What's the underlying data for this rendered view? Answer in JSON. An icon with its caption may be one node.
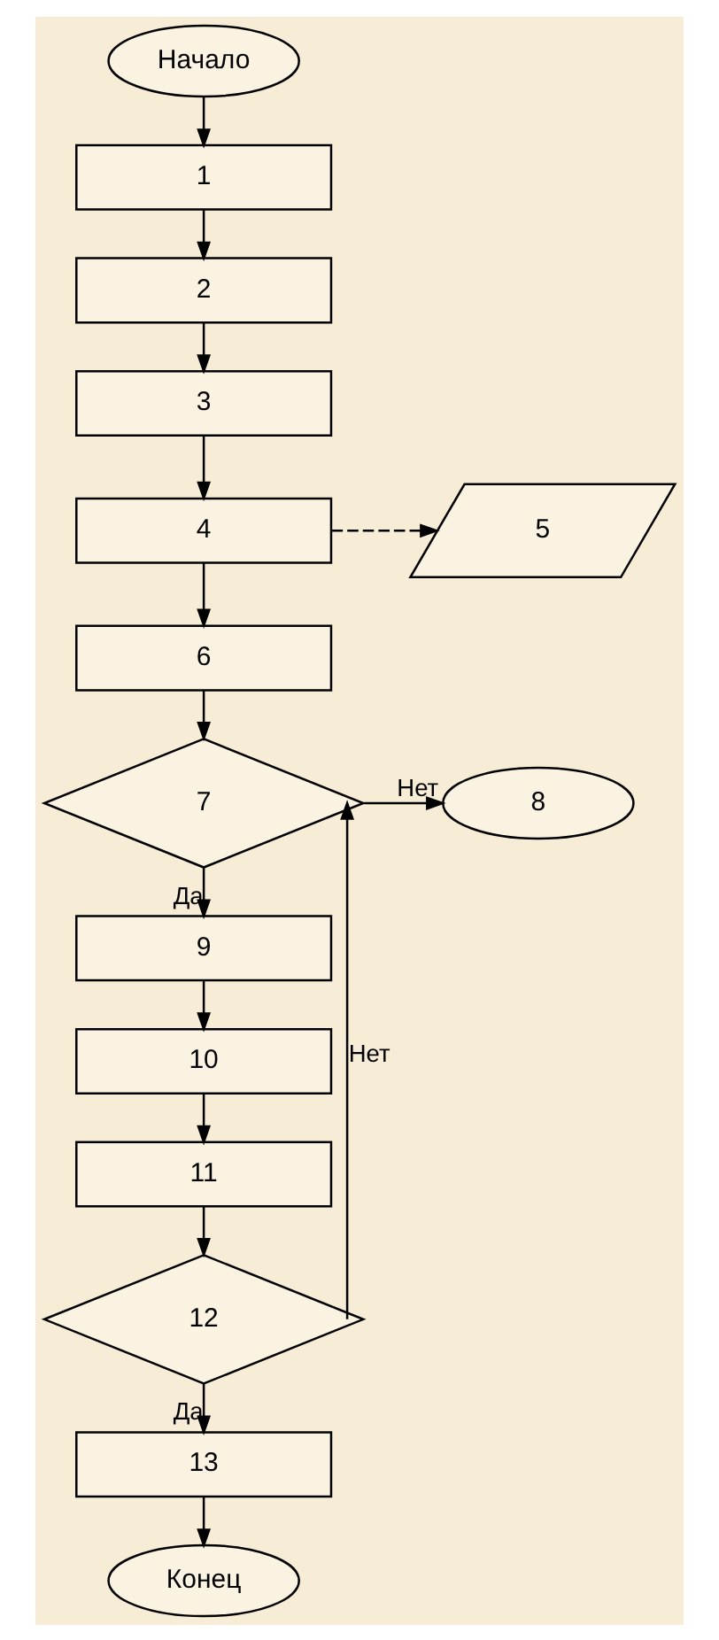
{
  "diagram": {
    "nodes": [
      {
        "text": [
          "Начало"
        ]
      },
      {
        "text": [
          "1"
        ]
      },
      {
        "text": [
          "2"
        ]
      },
      {
        "text": [
          "3"
        ]
      },
      {
        "text": [
          "4"
        ]
      },
      {
        "text": [
          "5"
        ]
      },
      {
        "text": [
          "6"
        ]
      },
      {
        "text": [
          "7"
        ]
      },
      {
        "text": [
          "8"
        ]
      },
      {
        "text": [
          "9"
        ]
      },
      {
        "text": [
          "10"
        ]
      },
      {
        "text": [
          "11"
        ]
      },
      {
        "text": [
          "12"
        ]
      },
      {
        "text": [
          "13"
        ]
      },
      {
        "text": [
          "Конец"
        ]
      }
    ],
    "edges": [
      {
        "from": 0,
        "to": 1,
        "arrow": "to"
      },
      {
        "from": 1,
        "to": 2,
        "arrow": "to"
      },
      {
        "from": 2,
        "to": 3,
        "arrow": "to"
      },
      {
        "from": 3,
        "to": 4,
        "arrow": "to"
      },
      {
        "from": 4,
        "to": 5,
        "arrow": "to",
        "style": "dashed"
      },
      {
        "from": 4,
        "to": 6,
        "arrow": "to"
      },
      {
        "from": 6,
        "to": 7,
        "arrow": "to"
      },
      {
        "from": 7,
        "to": 8,
        "arrow": "to",
        "label": "Нет"
      },
      {
        "from": 7,
        "to": 9,
        "arrow": "to",
        "label": "Да"
      },
      {
        "from": 9,
        "to": 10,
        "arrow": "to"
      },
      {
        "from": 10,
        "to": 11,
        "arrow": "to"
      },
      {
        "from": 11,
        "to": 12,
        "arrow": "to"
      },
      {
        "from": 12,
        "to": 7,
        "arrow": "to",
        "label": "Нет"
      },
      {
        "from": 12,
        "to": 13,
        "arrow": "to",
        "label": "Да"
      },
      {
        "from": 13,
        "to": 14,
        "arrow": "to"
      }
    ]
  }
}
